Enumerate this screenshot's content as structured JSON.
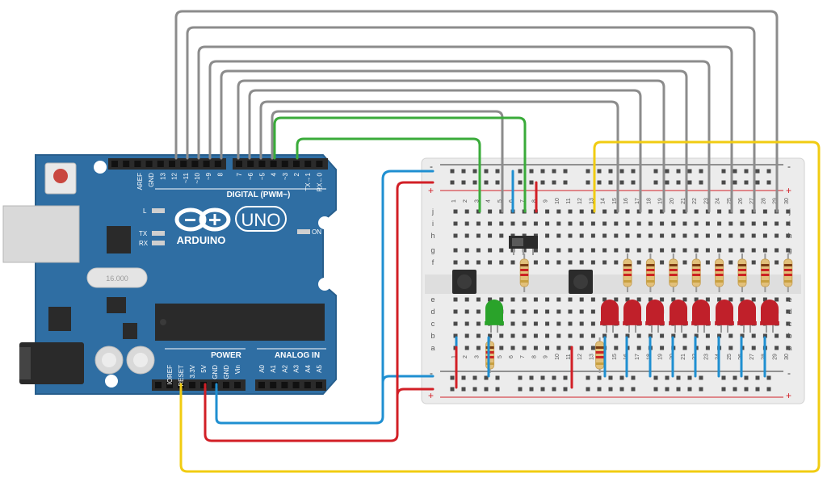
{
  "arduino": {
    "brand": "ARDUINO",
    "model": "UNO",
    "on_label": "ON",
    "l_label": "L",
    "tx_label": "TX",
    "rx_label": "RX",
    "digital_label": "DIGITAL (PWM~)",
    "power_label": "POWER",
    "analog_label": "ANALOG IN",
    "crystal_label": "16.000",
    "digital_pins_high": [
      "AREF",
      "GND",
      "13",
      "12",
      "~11",
      "~10",
      "~9",
      "8"
    ],
    "digital_pins_low": [
      "7",
      "~6",
      "~5",
      "4",
      "~3",
      "2",
      "TX→1",
      "RX←0"
    ],
    "power_pins": [
      "IOREF",
      "RESET",
      "3.3V",
      "5V",
      "GND",
      "GND",
      "Vin"
    ],
    "analog_pins": [
      "A0",
      "A1",
      "A2",
      "A3",
      "A4",
      "A5"
    ]
  },
  "breadboard": {
    "row_letters_top": [
      "j",
      "i",
      "h",
      "g",
      "f"
    ],
    "row_letters_bottom": [
      "e",
      "d",
      "c",
      "b",
      "a"
    ],
    "column_numbers": [
      "1",
      "2",
      "3",
      "4",
      "5",
      "6",
      "7",
      "8",
      "9",
      "10",
      "11",
      "12",
      "13",
      "14",
      "15",
      "16",
      "17",
      "18",
      "19",
      "20",
      "21",
      "22",
      "23",
      "24",
      "25",
      "26",
      "27",
      "28",
      "29",
      "30"
    ],
    "rail_minus": "-",
    "rail_plus": "+"
  },
  "colors": {
    "board": "#2f6ea3",
    "board_edge": "#275e8c",
    "wire_gray": "#8c8c8c",
    "wire_green": "#3aab3a",
    "wire_blue": "#1f8fd1",
    "wire_red": "#d21f26",
    "wire_yellow": "#f1cc12",
    "led_red": "#c0202a",
    "led_green": "#2aa32a",
    "breadboard": "#ececec",
    "header": "#2b2b2b"
  }
}
